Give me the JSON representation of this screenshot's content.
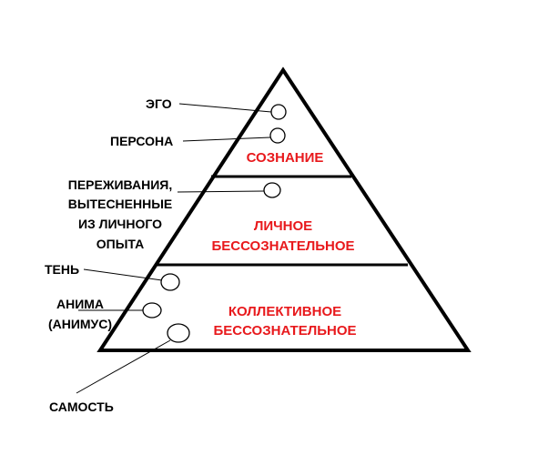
{
  "diagram": {
    "zones": {
      "consciousness": "СОЗНАНИЕ",
      "personal_line1": "ЛИЧНОЕ",
      "personal_line2": "БЕССОЗНАТЕЛЬНОЕ",
      "collective_line1": "КОЛЛЕКТИВНОЕ",
      "collective_line2": "БЕССОЗНАТЕЛЬНОЕ"
    },
    "labels": {
      "ego": "ЭГО",
      "persona": "ПЕРСОНА",
      "repressed_line1": "ПЕРЕЖИВАНИЯ,",
      "repressed_line2": "ВЫТЕСНЕННЫЕ",
      "repressed_line3": "ИЗ ЛИЧНОГО",
      "repressed_line4": "ОПЫТА",
      "shadow": "ТЕНЬ",
      "anima_line1": "АНИМА",
      "anima_line2": "(АНИМУС)",
      "self": "САМОСТЬ"
    },
    "colors": {
      "zone_text": "#e8191c",
      "outline": "#000000"
    }
  }
}
